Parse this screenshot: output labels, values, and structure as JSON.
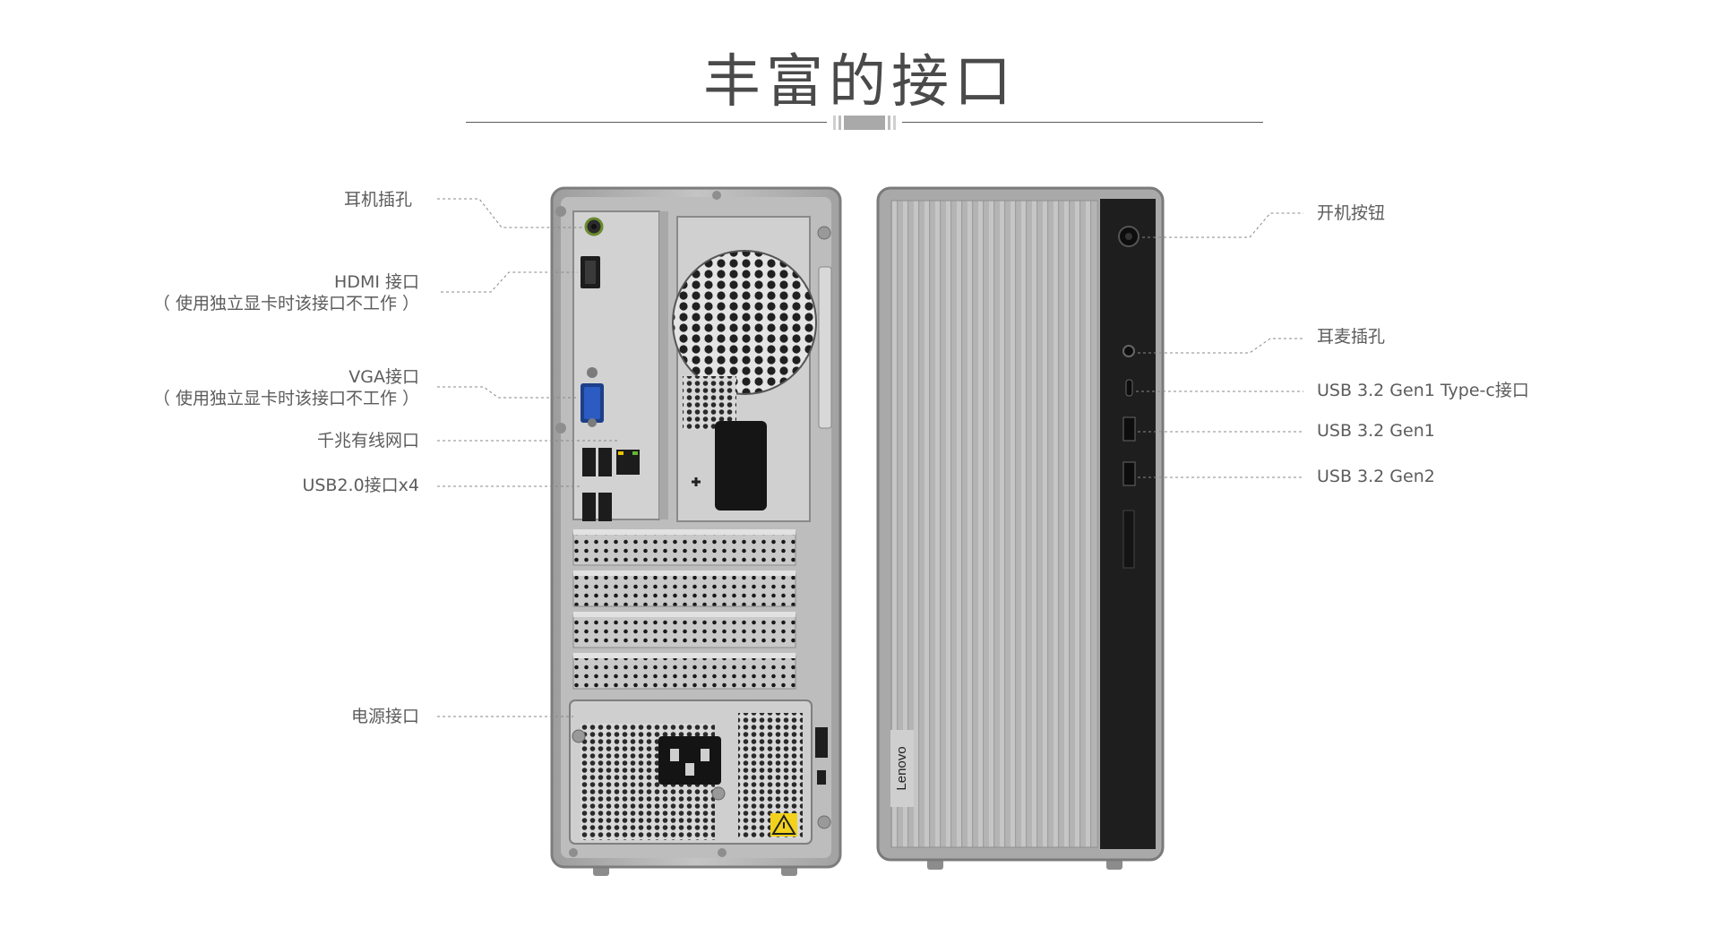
{
  "title": "丰富的接口",
  "brand": {
    "logo_text": "Lenovo",
    "case_color": "#b8b8b8",
    "front_panel_color": "#1e1e1e",
    "leader_color": "#888888",
    "warning_color": "#f2d21b"
  },
  "back_labels": {
    "headphone": "耳机插孔",
    "hdmi": "HDMI 接口",
    "hdmi_note": "（ 使用独立显卡时该接口不工作 ）",
    "vga": "VGA接口",
    "vga_note": "（ 使用独立显卡时该接口不工作 ）",
    "ethernet": "千兆有线网口",
    "usb2": "USB2.0接口x4",
    "power": "电源接口"
  },
  "front_labels": {
    "power_button": "开机按钮",
    "headset": "耳麦插孔",
    "usb_c": "USB 3.2 Gen1 Type-c接口",
    "usb_gen1": "USB 3.2 Gen1",
    "usb_gen2": "USB 3.2 Gen2"
  },
  "icons": [
    "headphone-icon",
    "hdmi-port-icon",
    "vga-port-icon",
    "ethernet-port-icon",
    "usb-port-icon",
    "power-socket-icon",
    "warning-icon",
    "power-button-icon"
  ]
}
